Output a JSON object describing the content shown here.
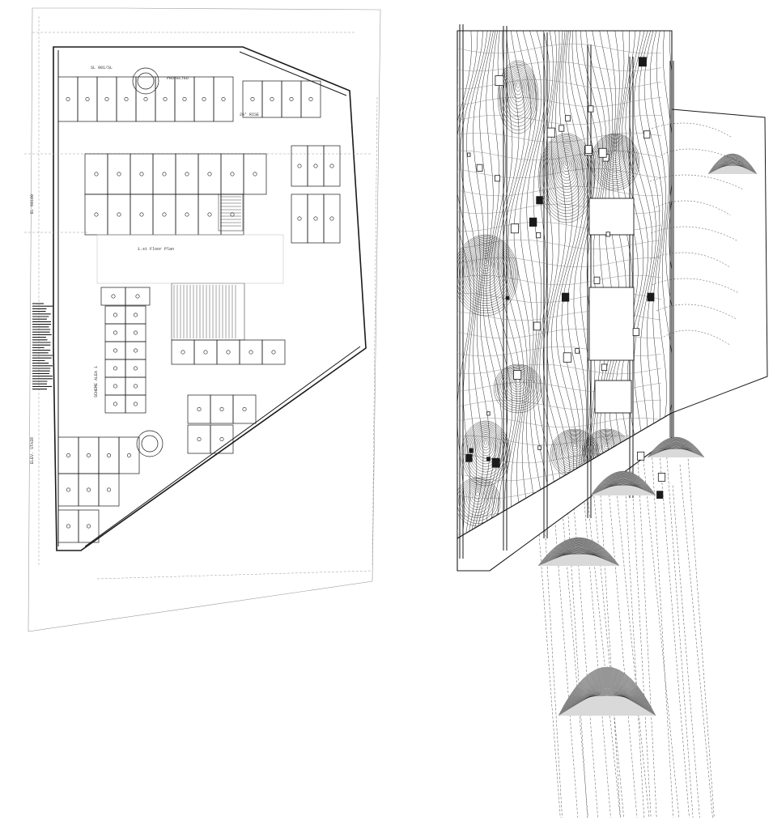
{
  "figure": {
    "panels": [
      "floor-plan-drawing",
      "axonometric-terrain-drawing"
    ]
  },
  "plan": {
    "notes": {
      "top_label": "SL 001/SL",
      "side_label_a": "EL 60100",
      "side_label_b": "ELEV. STAIR",
      "bottom_label": "20' RISE",
      "title_a": "1.st Floor Plan",
      "title_b": "SCHEME ALEA 1",
      "stamp": "PROTECTED"
    }
  },
  "colors": {
    "ink": "#1a1a1a",
    "faint_ink": "#9a9a9a",
    "background": "#ffffff",
    "terrain_fill": "#d9d9d9"
  }
}
